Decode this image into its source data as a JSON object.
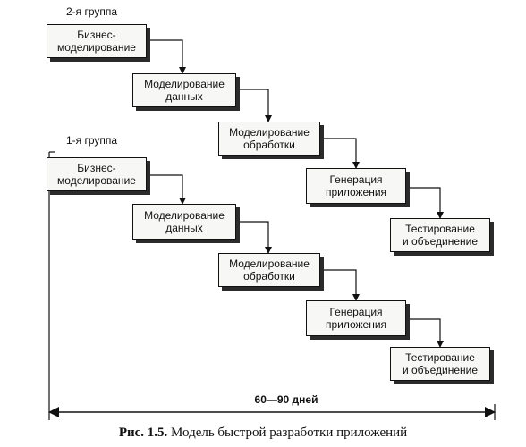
{
  "group2": {
    "title": "2-я группа",
    "steps": [
      {
        "line1": "Бизнес-",
        "line2": "моделирование"
      },
      {
        "line1": "Моделирование",
        "line2": "данных"
      },
      {
        "line1": "Моделирование",
        "line2": "обработки"
      },
      {
        "line1": "Генерация",
        "line2": "приложения"
      },
      {
        "line1": "Тестирование",
        "line2": "и объединение"
      }
    ]
  },
  "group1": {
    "title": "1-я группа",
    "steps": [
      {
        "line1": "Бизнес-",
        "line2": "моделирование"
      },
      {
        "line1": "Моделирование",
        "line2": "данных"
      },
      {
        "line1": "Моделирование",
        "line2": "обработки"
      },
      {
        "line1": "Генерация",
        "line2": "приложения"
      },
      {
        "line1": "Тестирование",
        "line2": "и объединение"
      }
    ]
  },
  "duration": "60—90 дней",
  "caption": {
    "label": "Рис. 1.5.",
    "text": " Модель быстрой разработки приложений"
  }
}
